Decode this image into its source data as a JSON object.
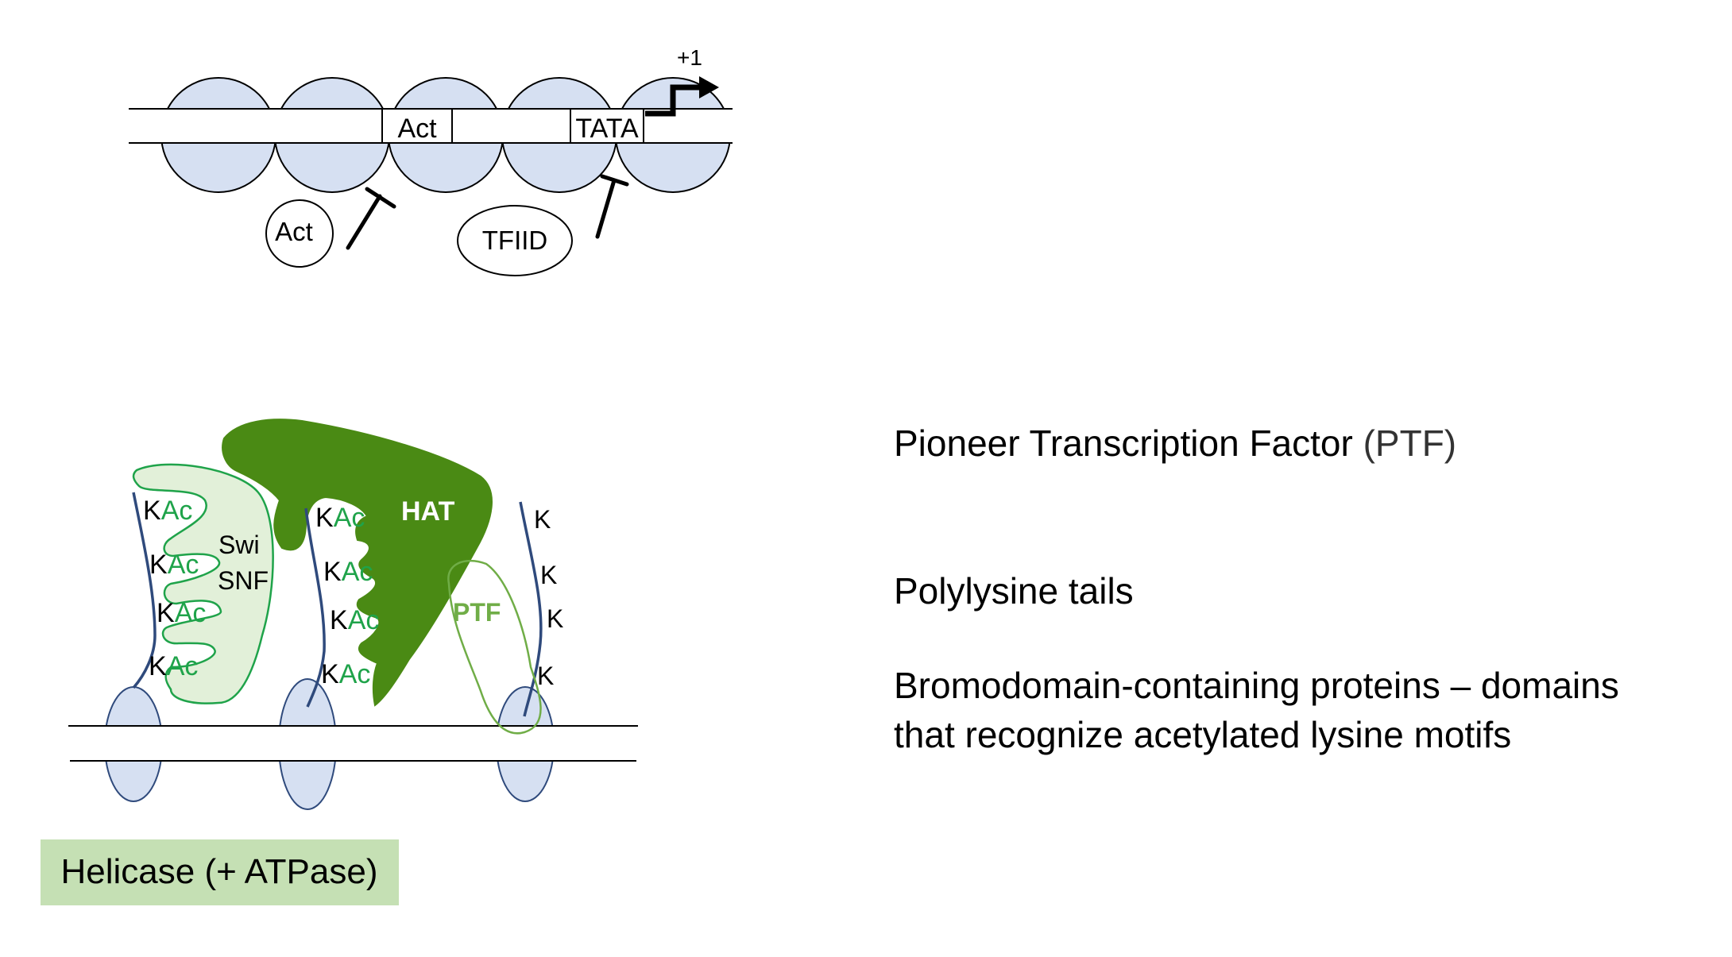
{
  "top_diagram": {
    "plus_one": "+1",
    "box_act": "Act",
    "box_tata": "TATA",
    "act_factor": "Act",
    "tfiid_factor": "TFIID"
  },
  "bottom_diagram": {
    "swisnf_kac": [
      {
        "k": "K",
        "ac": "Ac"
      },
      {
        "k": "K",
        "ac": "Ac"
      },
      {
        "k": "K",
        "ac": "Ac"
      },
      {
        "k": "K",
        "ac": "Ac"
      }
    ],
    "swi": "Swi",
    "snf": "SNF",
    "hat_kac": [
      {
        "k": "K",
        "ac": "Ac"
      },
      {
        "k": "K",
        "ac": "Ac"
      },
      {
        "k": "K",
        "ac": "Ac"
      },
      {
        "k": "K",
        "ac": "Ac"
      }
    ],
    "hat": "HAT",
    "ptf": "PTF",
    "tail_k": [
      "K",
      "K",
      "K",
      "K"
    ],
    "helicase_label": "Helicase (+ ATPase)"
  },
  "text": {
    "ptf_main": "Pioneer Transcription Factor ",
    "ptf_abbrev": "(PTF)",
    "polylysine": "Polylysine tails",
    "bromo_line1": "Bromodomain-containing proteins – domains",
    "bromo_line2": "that recognize acetylated lysine motifs"
  },
  "colors": {
    "nucleosome": "#d6e0f2",
    "dark_green": "#4a8a14",
    "mid_green": "#1fa34a",
    "light_green_fill": "#e2f0d9",
    "ptf_green": "#70ad47",
    "helicase_box": "#c5e0b4",
    "tail_blue": "#2f4a7c"
  }
}
